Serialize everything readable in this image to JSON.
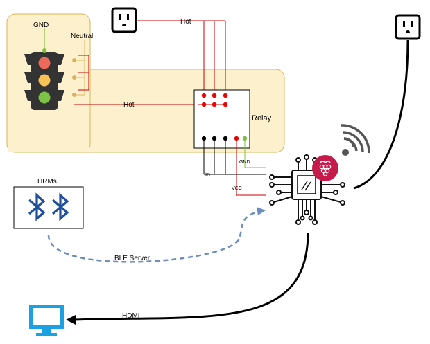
{
  "labels": {
    "gnd_top": "GND",
    "neutral": "Neutral",
    "hot_top": "Hot",
    "hot_mid": "Hot",
    "relay": "Relay",
    "in": "in",
    "gnd_small": "GND",
    "vcc": "VCC",
    "hrms": "HRMs",
    "ble_server": "BLE Server",
    "hdmi": "HDMI"
  },
  "colors": {
    "panel_fill": "#fdf1cd",
    "panel_stroke": "#d6b656",
    "wire_red": "#cc0000",
    "wire_black": "#000000",
    "wire_green": "#7fbf3f",
    "ble_dashed": "#6c8ebf",
    "bluetooth": "#1f4e9c",
    "monitor": "#1ba1e2",
    "raspberry": "#c51a4a",
    "light_red": "#ec6a5a",
    "light_yellow": "#f8c255",
    "light_green": "#7cc244",
    "traffic_body": "#333333",
    "terminal_dot": "#d9b25e"
  },
  "icons": [
    "power-outlet-icon",
    "traffic-light-icon",
    "bluetooth-icon",
    "wifi-icon",
    "raspberry-pi-icon",
    "chip-icon",
    "monitor-icon"
  ]
}
